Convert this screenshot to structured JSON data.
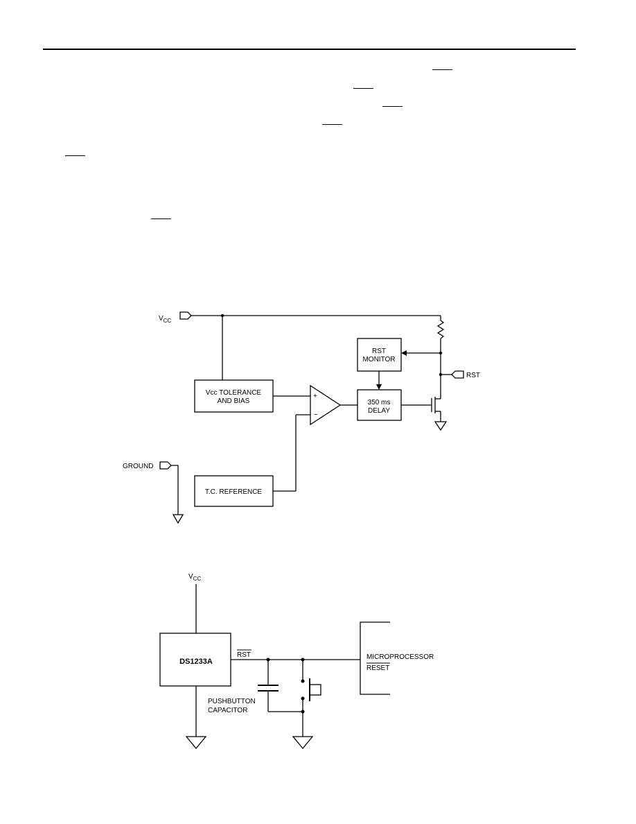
{
  "block_diagram": {
    "vcc_pin": "V",
    "vcc_sub": "CC",
    "ground_pin": "GROUND",
    "rst_pin": "RST",
    "vcc_tolerance_line1": "Vcc TOLERANCE",
    "vcc_tolerance_line2": "AND BIAS",
    "tc_reference": "T.C. REFERENCE",
    "rst_monitor_line1": "RST",
    "rst_monitor_line2": "MONITOR",
    "delay_line1": "350 ms",
    "delay_line2": "DELAY",
    "comp_plus": "+",
    "comp_minus": "−"
  },
  "app_circuit": {
    "vcc": "V",
    "vcc_sub": "CC",
    "chip": "DS1233A",
    "rst": "RST",
    "micro_line1": "MICROPROCESSOR",
    "micro_line2": "RESET",
    "pushbutton": "PUSHBUTTON",
    "capacitor": "CAPACITOR"
  }
}
